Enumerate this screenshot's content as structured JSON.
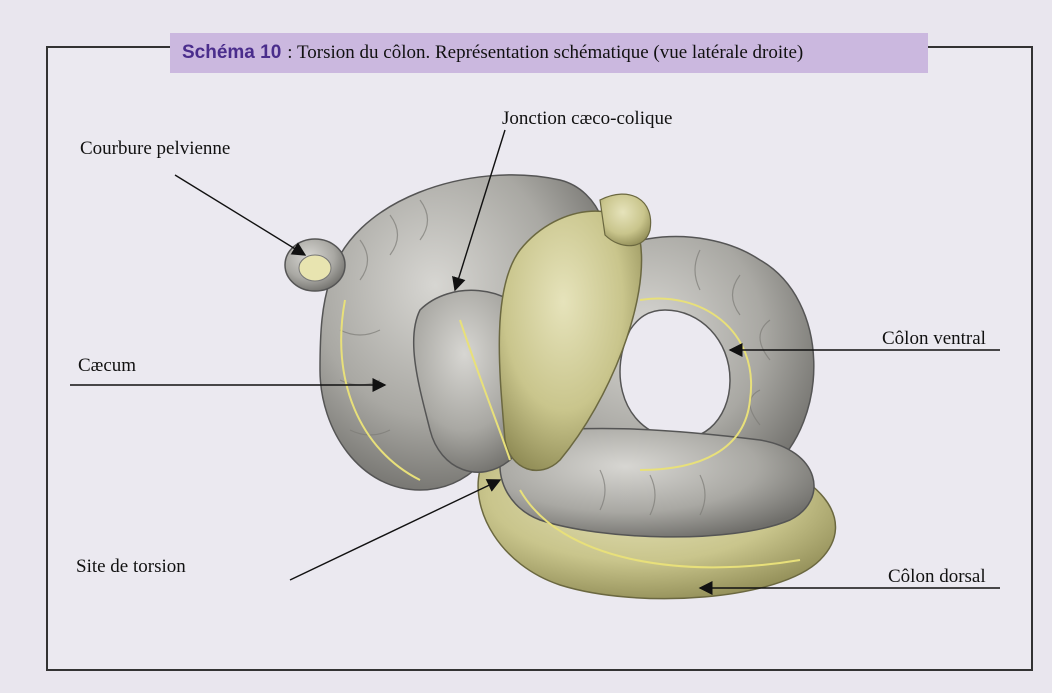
{
  "caption": {
    "number": "Schéma 10",
    "text": ": Torsion du côlon. Représentation schématique (vue latérale droite)"
  },
  "labels": {
    "courbure_pelvienne": "Courbure pelvienne",
    "jonction": "Jonction cæco-colique",
    "colon_ventral": "Côlon ventral",
    "caecum": "Cæcum",
    "site_torsion": "Site de torsion",
    "colon_dorsal": "Côlon dorsal"
  },
  "colors": {
    "caption_bg": "#cbb8df",
    "caption_number": "#4a2d8c",
    "colon_gray": "#a9a8a3",
    "colon_yellow": "#c9c58c",
    "vessel": "#e8e07a"
  }
}
